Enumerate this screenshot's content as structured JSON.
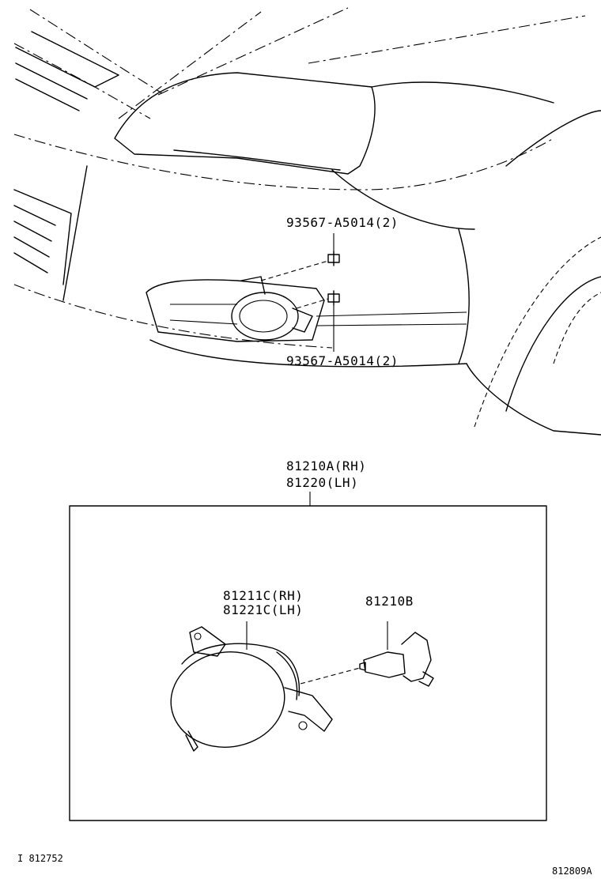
{
  "labels": {
    "screw_upper": "93567-A5014(2)",
    "screw_lower": "93567-A5014(2)",
    "assy_rh": "81210A(RH)",
    "assy_lh": "81220(LH)",
    "unit_rh": "81211C(RH)",
    "unit_lh": "81221C(LH)",
    "bulb": "81210B",
    "ref_left": "I 812752",
    "ref_right": "812809A"
  }
}
